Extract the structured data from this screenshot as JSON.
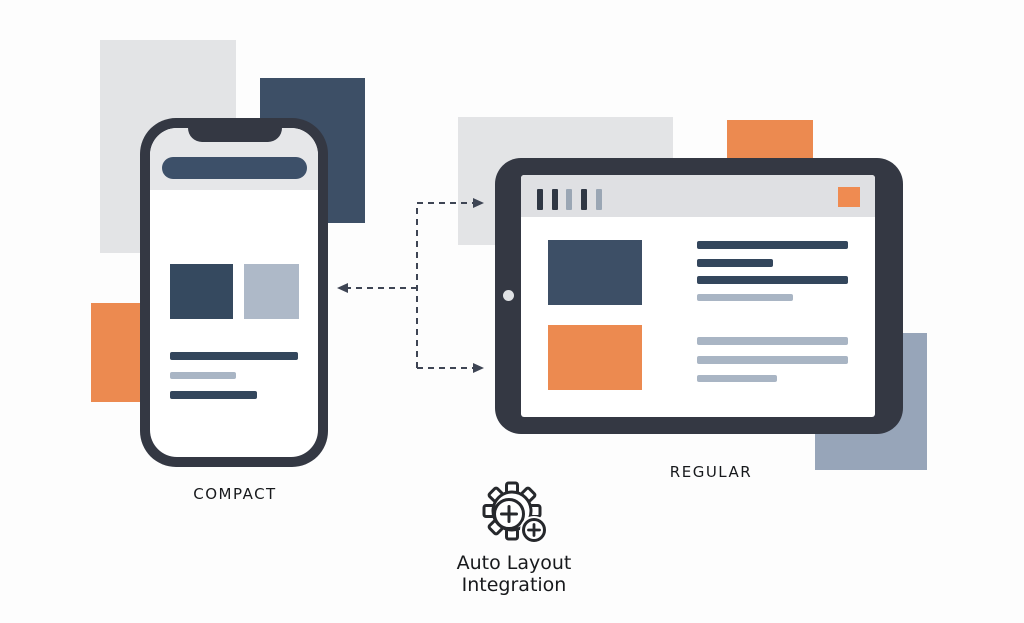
{
  "diagram": {
    "title": "Auto Layout Integration",
    "caption": {
      "line1": "Auto Layout",
      "line2": "Integration"
    },
    "devices": {
      "phone": {
        "label": "COMPACT",
        "type": "smartphone mockup"
      },
      "tablet": {
        "label": "REGULAR",
        "type": "tablet mockup"
      }
    },
    "icons": {
      "gear": "gear-with-plus-badges",
      "camera": "tablet-camera-dot",
      "notch": "phone-notch"
    },
    "arrows": {
      "style": "dashed",
      "directions": [
        "right-to-tablet-top",
        "left-to-phone",
        "right-to-tablet-bottom"
      ]
    }
  },
  "palette": {
    "frame": "#343843",
    "navy": "#3d4f66",
    "navy_deep": "#33465c",
    "orange": "#ec8a50",
    "gray_light": "#e3e4e6",
    "gray_band": "#e6e7e9",
    "blue_gray": "#97a5b9",
    "blue_gray_light": "#aeb9c8",
    "line_light": "#a9b5c4",
    "toolbar": "#dfe0e3",
    "bar_dark": "#2f3744",
    "bar_light": "#9aa6b4",
    "arrow": "#3e4554",
    "text": "#17191c",
    "background": "#fdfdfd"
  }
}
